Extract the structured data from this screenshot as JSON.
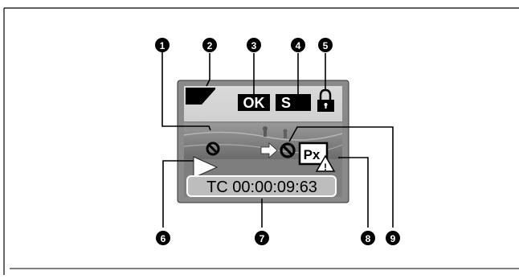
{
  "callouts": [
    "1",
    "2",
    "3",
    "4",
    "5",
    "6",
    "7",
    "8",
    "9"
  ],
  "screen": {
    "ok_badge": "OK",
    "s_badge": "S",
    "timecode": "TC 00:00:09:63",
    "px_icon_text": "Px",
    "warning_mark": "!"
  },
  "colors": {
    "callout_fill": "#000000",
    "callout_text": "#ffffff",
    "screen_frame": "#6f6f6f",
    "lines": "#000000"
  }
}
